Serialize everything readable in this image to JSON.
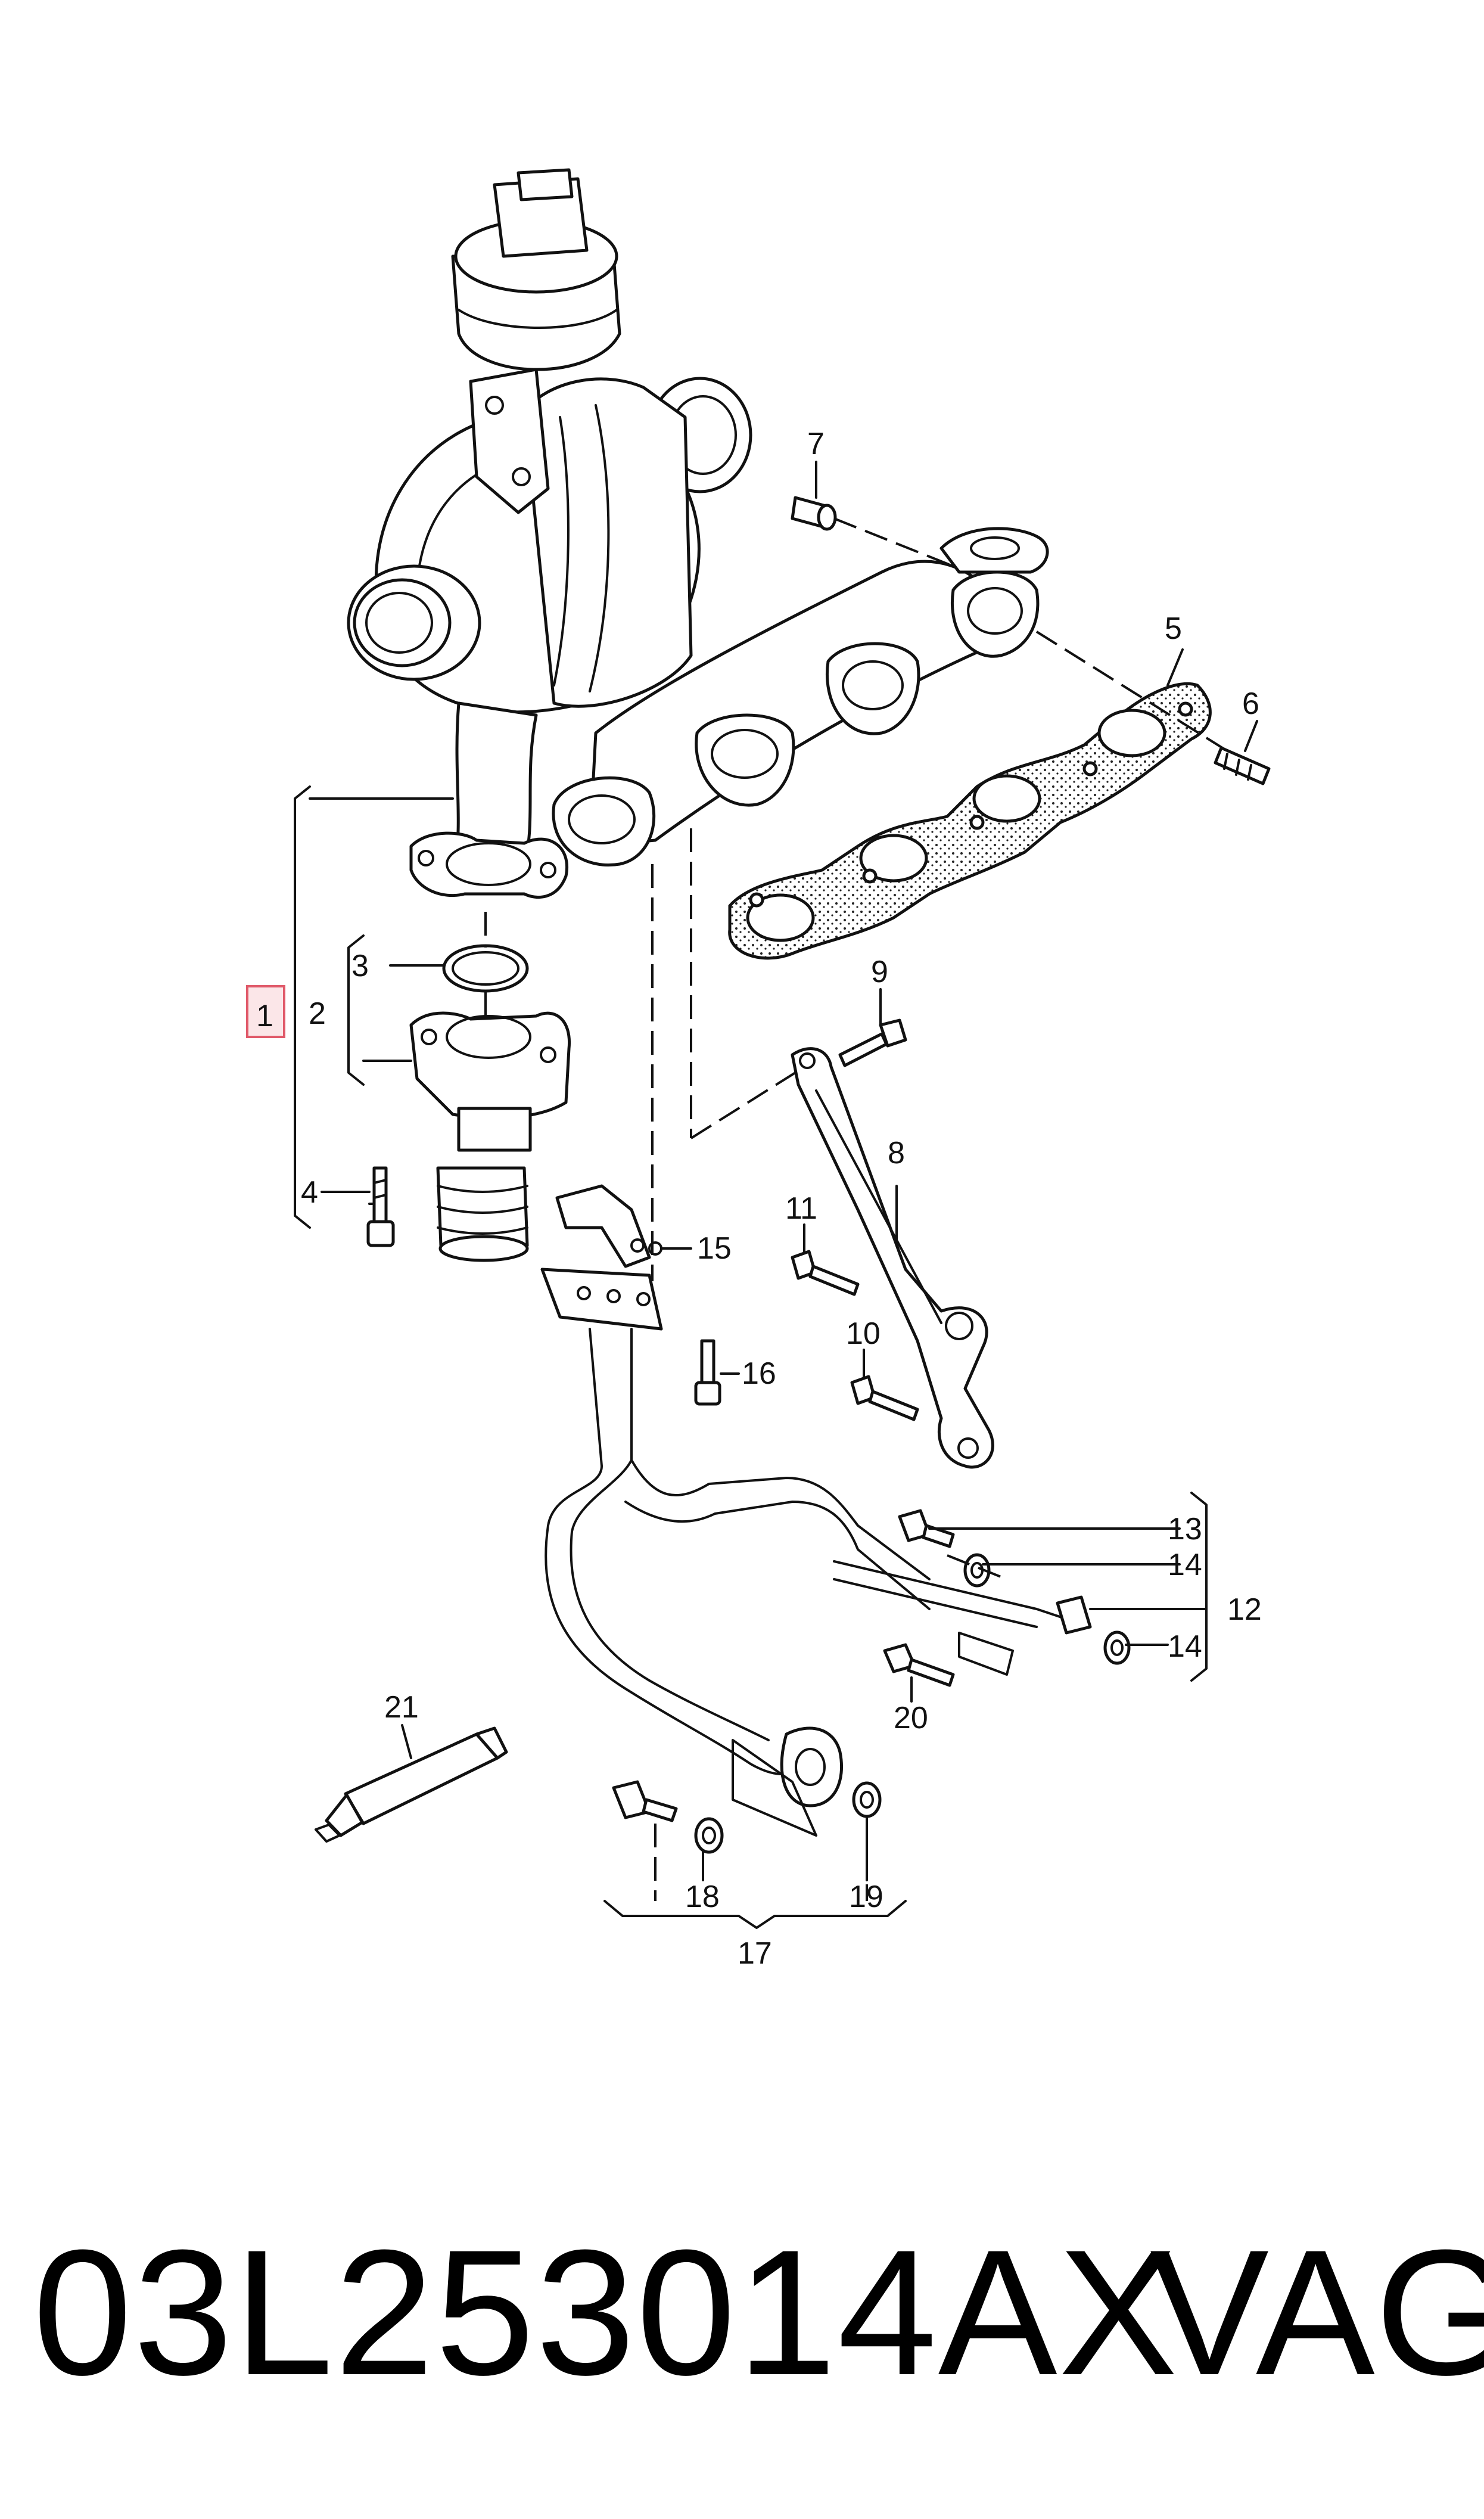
{
  "callouts": {
    "c1": "1",
    "c2": "2",
    "c3": "3",
    "c4": "4",
    "c5": "5",
    "c6": "6",
    "c7": "7",
    "c8": "8",
    "c9": "9",
    "c10": "10",
    "c11": "11",
    "c12": "12",
    "c13": "13",
    "c14a": "14",
    "c14b": "14",
    "c15": "15",
    "c16": "16",
    "c17": "17",
    "c18": "18",
    "c19": "19",
    "c20": "20",
    "c21": "21"
  },
  "footer": {
    "part_number": "03L253014AX",
    "brand": "VAG"
  },
  "colors": {
    "line": "#111111",
    "highlight_box": "#e05a6a",
    "highlight_fill": "#fbe6e8"
  }
}
